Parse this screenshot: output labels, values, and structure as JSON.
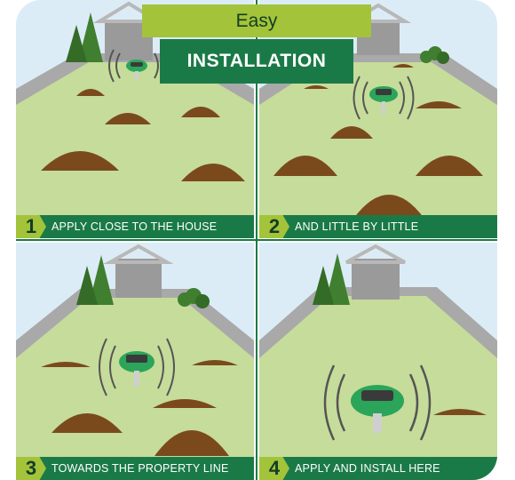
{
  "header": {
    "easy_label": "Easy",
    "installation_label": "INSTALLATION"
  },
  "steps": [
    {
      "number": "1",
      "label": "APPLY CLOSE TO THE HOUSE"
    },
    {
      "number": "2",
      "label": "AND LITTLE BY LITTLE"
    },
    {
      "number": "3",
      "label": "TOWARDS THE PROPERTY LINE"
    },
    {
      "number": "4",
      "label": "APPLY AND INSTALL HERE"
    }
  ],
  "colors": {
    "sky": "#dcecf6",
    "lawn": "#c6dc9a",
    "road": "#a9a9a9",
    "house": "#9a9a9a",
    "tree": "#3f7f2f",
    "mole_mound": "#7a4a1d",
    "banner_dark": "#1a7a47",
    "banner_light": "#a3c33a",
    "device_green": "#2aa55a"
  },
  "icons": [
    "house-icon",
    "tree-icon",
    "bush-icon",
    "molehill-icon",
    "repeller-device-icon",
    "sound-wave-icon"
  ]
}
